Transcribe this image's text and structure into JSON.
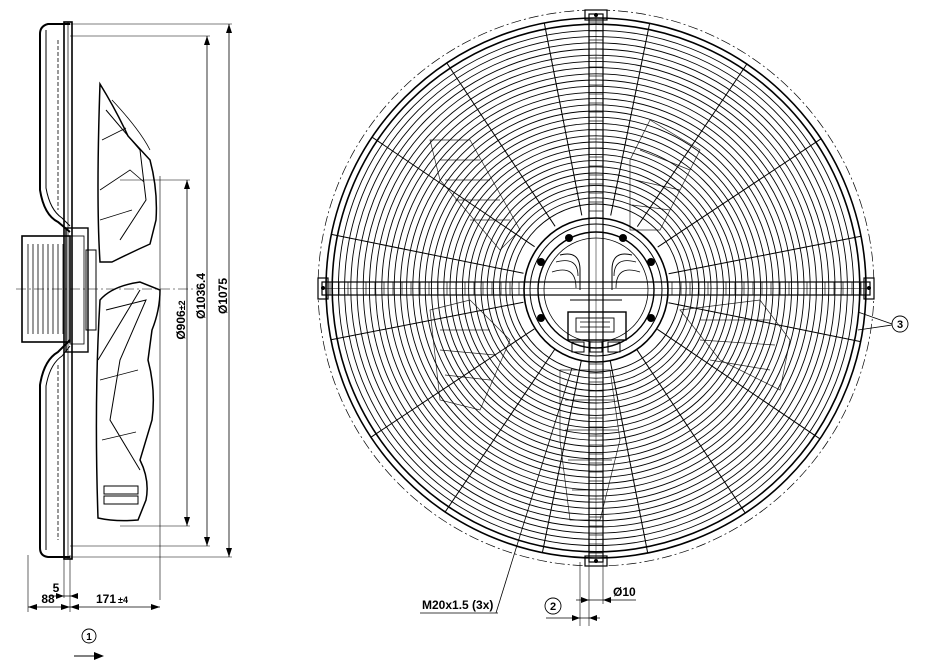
{
  "side_view": {
    "dimensions": {
      "d_inner": "Ø906",
      "d_inner_tol": "±2",
      "d_mid": "Ø1036.4",
      "d_outer": "Ø1075",
      "offset": "5",
      "depth": "88",
      "length": "171",
      "length_tol": "±4"
    },
    "callout_1": "1"
  },
  "front_view": {
    "callout_2": "2",
    "callout_3": "3",
    "thread_label": "M20x1.5 (3x)",
    "hole_label": "Ø10"
  }
}
